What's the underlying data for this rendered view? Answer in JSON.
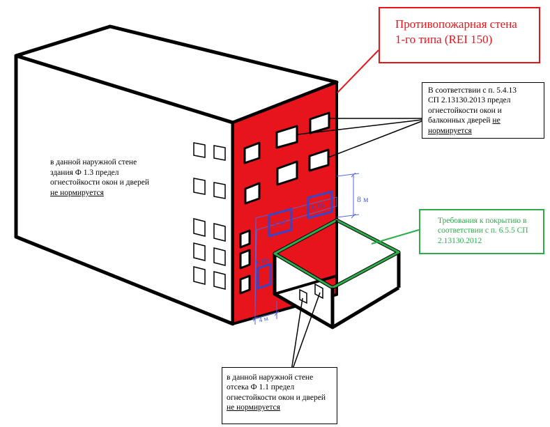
{
  "callouts": {
    "firewall": {
      "line1": "Противопожарная стена",
      "line2": "1-го типа (REI 150)"
    },
    "windows": {
      "lines": [
        "В соответствии с п. 5.4.13",
        "СП 2.13130.2013 предел",
        "огнестойкости окон и",
        "балконных дверей"
      ],
      "ne": "не",
      "last": "нормируется"
    },
    "roof": {
      "lines": [
        "Требования к покрытию в",
        "соответствии с п. 6.5.5 СП",
        "2.13130.2012"
      ]
    },
    "compartment": {
      "lines": [
        "в данной наружной стене",
        "отсека Ф 1.1 предел",
        "огнестойкости окон и дверей"
      ],
      "last": "не нормируется"
    },
    "left_wall": {
      "lines": [
        "в данной наружной стене",
        "здания Ф 1.3 предел",
        "огнестойкости окон и дверей"
      ],
      "last": "не нормируется"
    }
  },
  "labels": {
    "window_rating": "Е 60",
    "dimension_vertical": "8 м",
    "dimension_horizontal": "4 м"
  },
  "colors": {
    "firewall": "#e8141b",
    "roof_outline": "#2cad4a",
    "fire_rated_windows": "#3845c9",
    "dimension_lines": "#5566d8",
    "outline": "#000000"
  }
}
